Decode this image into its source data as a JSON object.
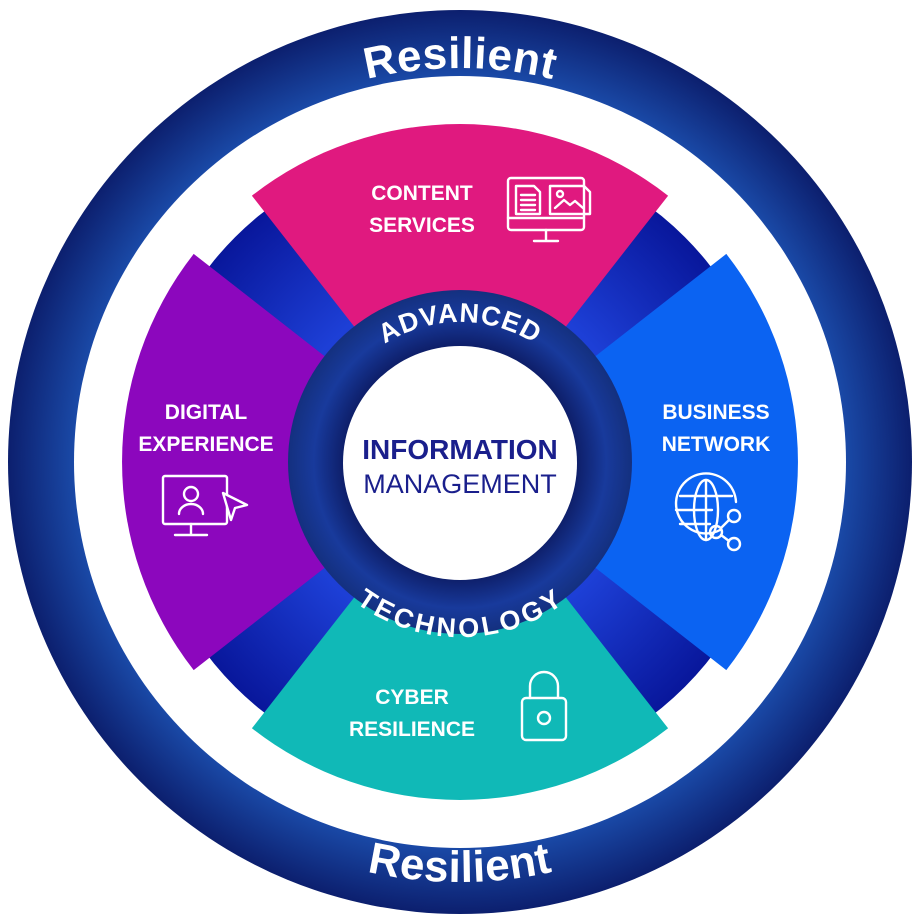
{
  "outer_ring": {
    "top_label": "Resilient",
    "bottom_label": "Resilient",
    "color": "#0d2a86"
  },
  "hub_ring": {
    "top_label": "ADVANCED",
    "bottom_label": "TECHNOLOGY",
    "color": "#15287a"
  },
  "center": {
    "title": "INFORMATION",
    "subtitle": "MANAGEMENT",
    "text_color": "#1a1f8c"
  },
  "segments": [
    {
      "position": "top",
      "line1": "CONTENT",
      "line2": "SERVICES",
      "icon": "monitor-documents-icon",
      "color": "#e0197f"
    },
    {
      "position": "right",
      "line1": "BUSINESS",
      "line2": "NETWORK",
      "icon": "globe-network-icon",
      "color": "#0b63f2"
    },
    {
      "position": "bottom",
      "line1": "CYBER",
      "line2": "RESILIENCE",
      "icon": "padlock-icon",
      "color": "#10b9b7"
    },
    {
      "position": "left",
      "line1": "DIGITAL",
      "line2": "EXPERIENCE",
      "icon": "monitor-user-cursor-icon",
      "color": "#8c07bd"
    }
  ],
  "gap_color": "#0b1fa3"
}
